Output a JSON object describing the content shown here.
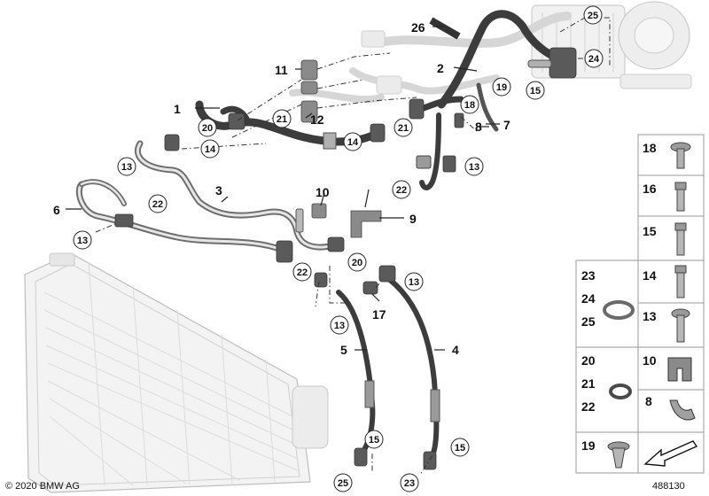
{
  "callouts": [
    "1",
    "2",
    "3",
    "4",
    "5",
    "6",
    "7",
    "8",
    "9",
    "10",
    "11",
    "12",
    "17",
    "26"
  ],
  "circle_callouts": [
    "13",
    "14",
    "15",
    "18",
    "19",
    "20",
    "21",
    "22",
    "23",
    "24",
    "25"
  ],
  "side_panel": {
    "cells": [
      {
        "labels": [
          "18"
        ],
        "icon": "screw-icon"
      },
      {
        "labels": [
          "16"
        ],
        "icon": "bolt-icon"
      },
      {
        "labels": [
          "15"
        ],
        "icon": "bolt-icon"
      },
      {
        "labels": [
          "23",
          "24",
          "25"
        ],
        "icon": "sealing-ring-icon"
      },
      {
        "labels": [
          "14"
        ],
        "icon": "bolt-icon"
      },
      {
        "labels": [
          "13"
        ],
        "icon": "screw-icon"
      },
      {
        "labels": [
          "20",
          "21",
          "22"
        ],
        "icon": "sealing-ring-icon"
      },
      {
        "labels": [
          "10"
        ],
        "icon": "bracket-icon"
      },
      {
        "labels": [
          "8"
        ],
        "icon": "clip-icon"
      },
      {
        "labels": [
          "19"
        ],
        "icon": "expanding-rivet-icon"
      },
      {
        "labels": [],
        "icon": "arrow-icon"
      }
    ]
  },
  "footer": {
    "copyright": "© 2020 BMW AG",
    "diagram_id": "488130"
  }
}
